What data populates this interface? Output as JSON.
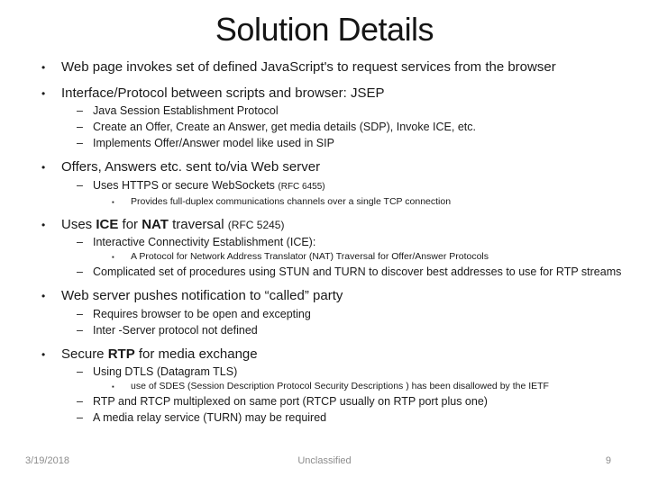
{
  "slide": {
    "title": "Solution Details",
    "bullet_markers": {
      "1": "•",
      "2": "–",
      "3": "▪"
    },
    "bullets": [
      {
        "level": 1,
        "text": "Web page invokes set of defined JavaScript's to request services from the browser"
      },
      {
        "level": 1,
        "text": "Interface/Protocol between scripts and browser: JSEP"
      },
      {
        "level": 2,
        "text": "Java Session Establishment Protocol"
      },
      {
        "level": 2,
        "text": "Create an Offer, Create an Answer, get media details (SDP), Invoke ICE, etc."
      },
      {
        "level": 2,
        "text": "Implements Offer/Answer model like used in SIP"
      },
      {
        "level": 1,
        "text": "Offers, Answers etc. sent to/via Web server"
      },
      {
        "level": 2,
        "text": "Uses HTTPS or secure WebSockets",
        "suffix": "(RFC 6455)"
      },
      {
        "level": 3,
        "text": "Provides full-duplex communications channels over a single TCP connection"
      },
      {
        "level": 1,
        "text": "Uses ICE for NAT traversal",
        "suffix": "(RFC 5245)",
        "bold_words": [
          "ICE",
          "NAT"
        ]
      },
      {
        "level": 2,
        "text": "Interactive Connectivity Establishment (ICE):"
      },
      {
        "level": 3,
        "text": "A Protocol for Network Address Translator (NAT) Traversal for Offer/Answer Protocols"
      },
      {
        "level": 2,
        "text": "Complicated set of procedures using STUN and TURN to discover best addresses to use for RTP streams"
      },
      {
        "level": 1,
        "text": "Web server pushes notification to “called” party"
      },
      {
        "level": 2,
        "text": "Requires browser to be open and excepting"
      },
      {
        "level": 2,
        "text": "Inter -Server protocol not defined"
      },
      {
        "level": 1,
        "text": "Secure RTP for media exchange",
        "bold_words": [
          "RTP"
        ]
      },
      {
        "level": 2,
        "text": "Using DTLS (Datagram TLS)"
      },
      {
        "level": 3,
        "text": "use of SDES (Session Description Protocol Security Descriptions ) has been disallowed by the IETF"
      },
      {
        "level": 2,
        "text": "RTP and RTCP multiplexed on same port (RTCP usually on RTP port plus one)"
      },
      {
        "level": 2,
        "text": "A media relay service (TURN) may be required"
      }
    ],
    "footer": {
      "date": "3/19/2018",
      "classification": "Unclassified",
      "page_number": "9"
    }
  },
  "colors": {
    "background": "#ffffff",
    "text": "#1a1a1a",
    "footer_text": "#8c8c8c"
  }
}
